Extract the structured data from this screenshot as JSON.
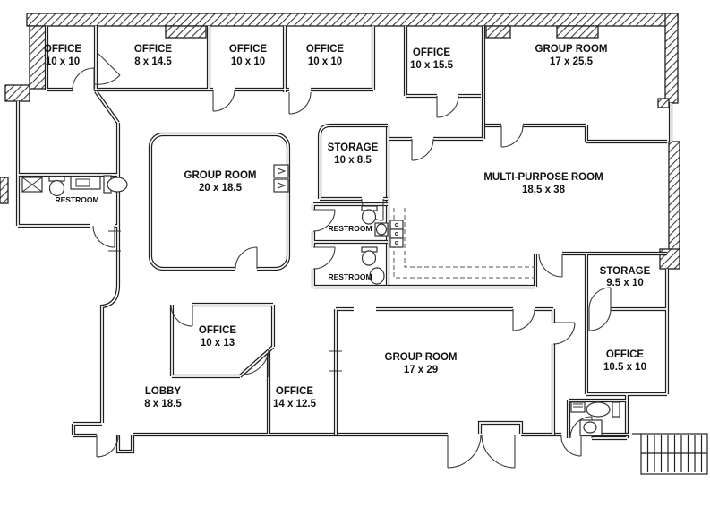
{
  "figure": "office-floor-plan",
  "colors": {
    "wall": "#1f1f1f",
    "background": "#ffffff",
    "label": "#111111"
  },
  "rooms": [
    {
      "id": "office-1",
      "name": "OFFICE",
      "dims": "10 x 10"
    },
    {
      "id": "office-2",
      "name": "OFFICE",
      "dims": "8 x 14.5"
    },
    {
      "id": "office-3",
      "name": "OFFICE",
      "dims": "10 x 10"
    },
    {
      "id": "office-4",
      "name": "OFFICE",
      "dims": "10 x 10"
    },
    {
      "id": "office-5",
      "name": "OFFICE",
      "dims": "10 x 15.5"
    },
    {
      "id": "group-room-1",
      "name": "GROUP ROOM",
      "dims": "17 x 25.5"
    },
    {
      "id": "restroom-left",
      "name": "RESTROOM"
    },
    {
      "id": "group-room-2",
      "name": "GROUP ROOM",
      "dims": "20 x 18.5"
    },
    {
      "id": "storage-1",
      "name": "STORAGE",
      "dims": "10 x 8.5"
    },
    {
      "id": "multi-purpose-room",
      "name": "MULTI-PURPOSE ROOM",
      "dims": "18.5 x 38"
    },
    {
      "id": "restroom-mid-1",
      "name": "RESTROOM"
    },
    {
      "id": "restroom-mid-2",
      "name": "RESTROOM"
    },
    {
      "id": "storage-2",
      "name": "STORAGE",
      "dims": "9.5 x 10"
    },
    {
      "id": "office-6",
      "name": "OFFICE",
      "dims": "10.5 x 10"
    },
    {
      "id": "office-7",
      "name": "OFFICE",
      "dims": "10 x 13"
    },
    {
      "id": "lobby",
      "name": "LOBBY",
      "dims": "8 x 18.5"
    },
    {
      "id": "office-8",
      "name": "OFFICE",
      "dims": "14 x 12.5"
    },
    {
      "id": "group-room-3",
      "name": "GROUP ROOM",
      "dims": "17 x 29"
    }
  ]
}
